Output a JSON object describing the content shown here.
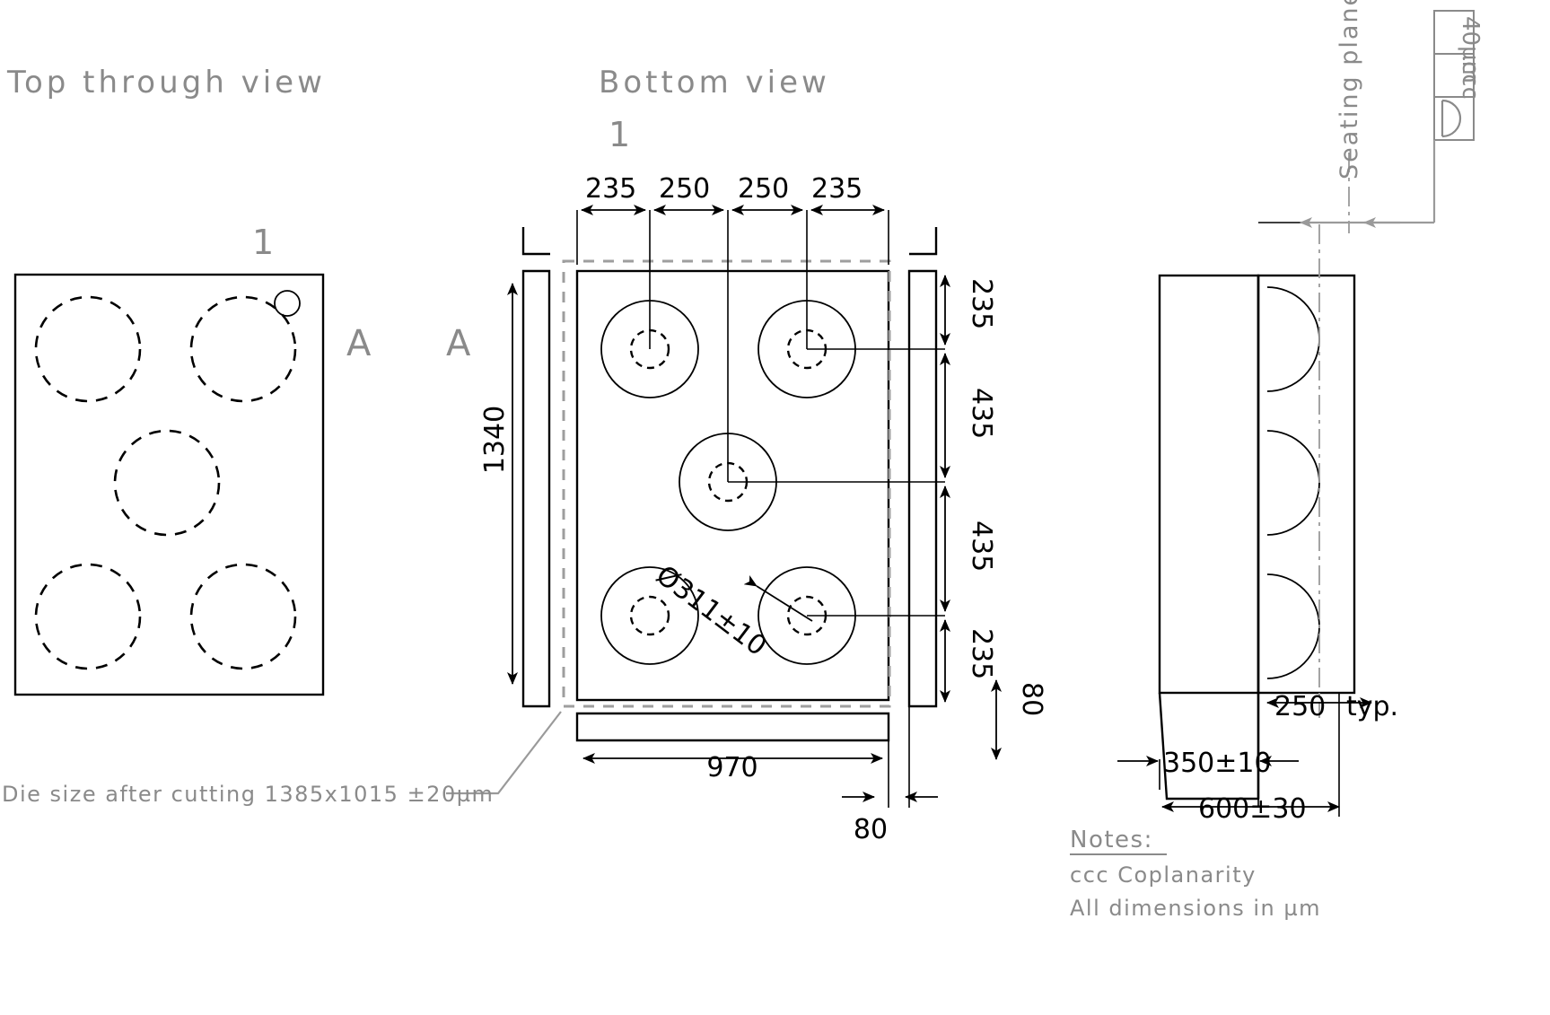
{
  "drawing": {
    "title_top_view": "Top through view",
    "title_bottom_view": "Bottom view",
    "pin_one_top": "1",
    "pin_one_bottom": "1",
    "section_letter_left": "A",
    "section_letter_right": "A"
  },
  "top_view": {
    "note": "Die size after cutting 1385x1015 ±20µm"
  },
  "bottom_view": {
    "horizontal_dims": [
      "235",
      "250",
      "250",
      "235"
    ],
    "vertical_dims": [
      "235",
      "435",
      "435",
      "235"
    ],
    "overall_height": "1340",
    "overall_width": "970",
    "edge_offset_right": "80",
    "edge_offset_bottom": "80",
    "ball_diameter": "Ø311±10"
  },
  "side_view": {
    "ball_pitch": "250",
    "pitch_note": "typ.",
    "ball_height": "350±10",
    "total_height": "600±30"
  },
  "gdt": {
    "symbol_name": "profile-of-a-surface-symbol",
    "datum": "ccc",
    "tolerance": "40µm",
    "seating_plane_label": "Seating plane"
  },
  "notes": {
    "heading": "Notes:",
    "lines": [
      "ccc Coplanarity",
      "All dimensions in µm"
    ]
  },
  "colors": {
    "line": "#000000",
    "annotation": "#8a8a8a",
    "background": "#ffffff"
  }
}
